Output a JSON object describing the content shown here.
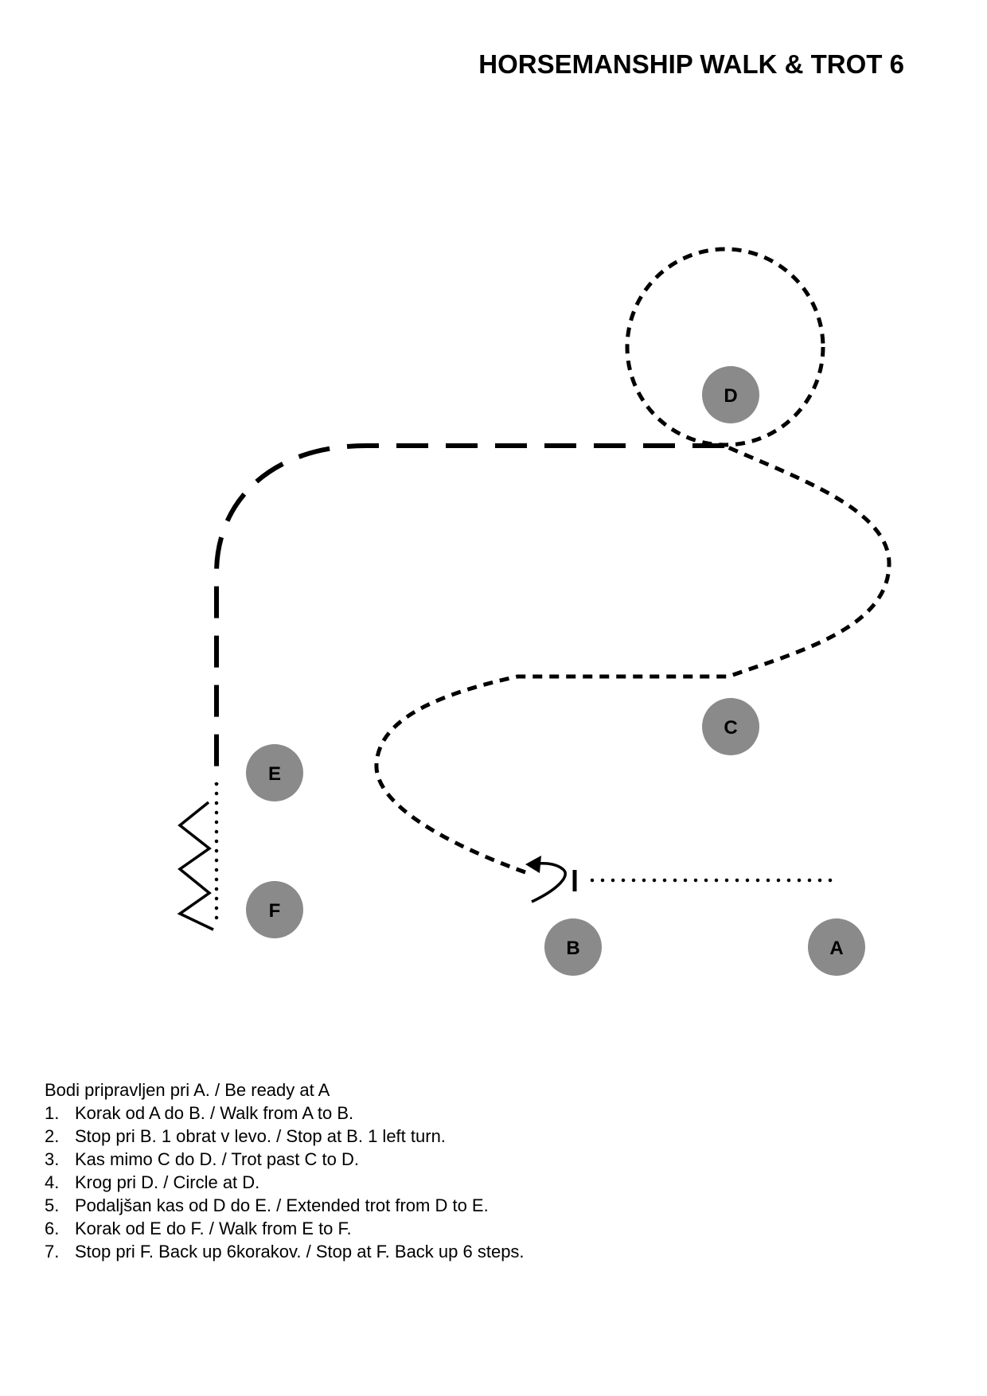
{
  "title": "HORSEMANSHIP WALK & TROT 6",
  "markers": [
    {
      "id": "A",
      "label": "A"
    },
    {
      "id": "B",
      "label": "B"
    },
    {
      "id": "C",
      "label": "C"
    },
    {
      "id": "D",
      "label": "D"
    },
    {
      "id": "E",
      "label": "E"
    },
    {
      "id": "F",
      "label": "F"
    }
  ],
  "colors": {
    "marker_fill": "#8a8a8a",
    "line": "#000000"
  },
  "instructions": {
    "intro": "Bodi pripravljen pri A. / Be ready at A",
    "steps": [
      {
        "num": "1.",
        "text": "Korak od A do B. / Walk from A to B."
      },
      {
        "num": "2.",
        "text": "Stop pri B. 1 obrat v levo. / Stop at B. 1 left turn."
      },
      {
        "num": "3.",
        "text": "Kas mimo C do D. / Trot past C to D."
      },
      {
        "num": "4.",
        "text": "Krog pri D. / Circle at D."
      },
      {
        "num": "5.",
        "text": "Podaljšan kas od D do E. / Extended trot from D to E."
      },
      {
        "num": "6.",
        "text": "Korak od E do F. / Walk from E to F."
      },
      {
        "num": "7.",
        "text": "Stop pri F. Back up 6korakov. / Stop at F. Back up 6 steps."
      }
    ]
  }
}
